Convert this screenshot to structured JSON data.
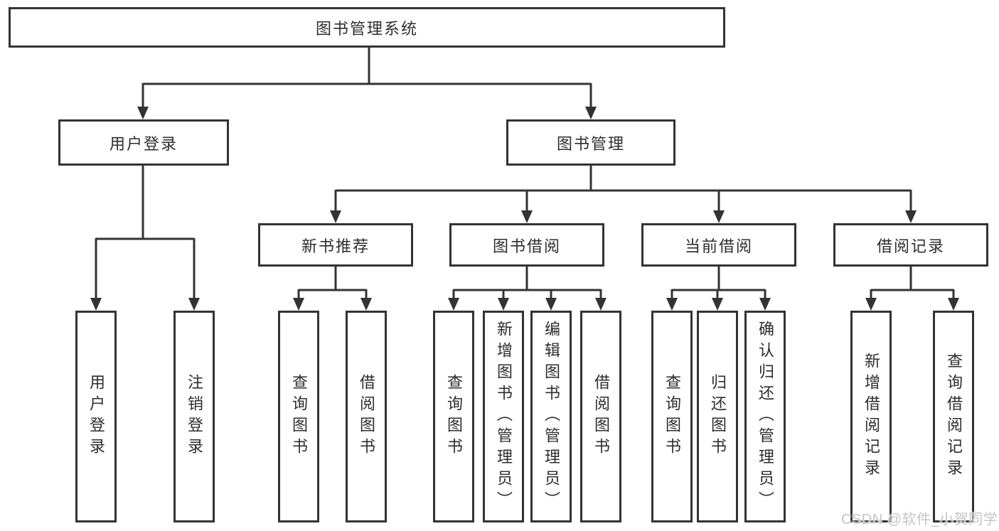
{
  "nodes": {
    "root": "图书管理系统",
    "user_login": "用户登录",
    "book_mgmt": "图书管理",
    "new_book_rec": "新书推荐",
    "book_borrow": "图书借阅",
    "current_borrow": "当前借阅",
    "borrow_record": "借阅记录",
    "ul_user_login": "用户登录",
    "ul_logout": "注销登录",
    "nbr_query_book": "查询图书",
    "nbr_borrow_book": "借阅图书",
    "bb_query_book": "查询图书",
    "bb_add_book": "新增图书（管理员）",
    "bb_edit_book": "编辑图书（管理员）",
    "bb_borrow_book": "借阅图书",
    "cb_query_book": "查询图书",
    "cb_return_book": "归还图书",
    "cb_confirm_return": "确认归还（管理员）",
    "br_add_record": "新增借阅记录",
    "br_query_record": "查询借阅记录"
  },
  "tree": {
    "root": [
      "user_login",
      "book_mgmt"
    ],
    "user_login": [
      "ul_user_login",
      "ul_logout"
    ],
    "book_mgmt": [
      "new_book_rec",
      "book_borrow",
      "current_borrow",
      "borrow_record"
    ],
    "new_book_rec": [
      "nbr_query_book",
      "nbr_borrow_book"
    ],
    "book_borrow": [
      "bb_query_book",
      "bb_add_book",
      "bb_edit_book",
      "bb_borrow_book"
    ],
    "current_borrow": [
      "cb_query_book",
      "cb_return_book",
      "cb_confirm_return"
    ],
    "borrow_record": [
      "br_add_record",
      "br_query_record"
    ]
  },
  "watermark": "CSDN @软件_小贺同学",
  "colors": {
    "line": "#333333",
    "text": "#2d2d2d",
    "box_background": "#ffffff",
    "page_background": "#ffffff",
    "watermark": "#c4c4c4"
  }
}
